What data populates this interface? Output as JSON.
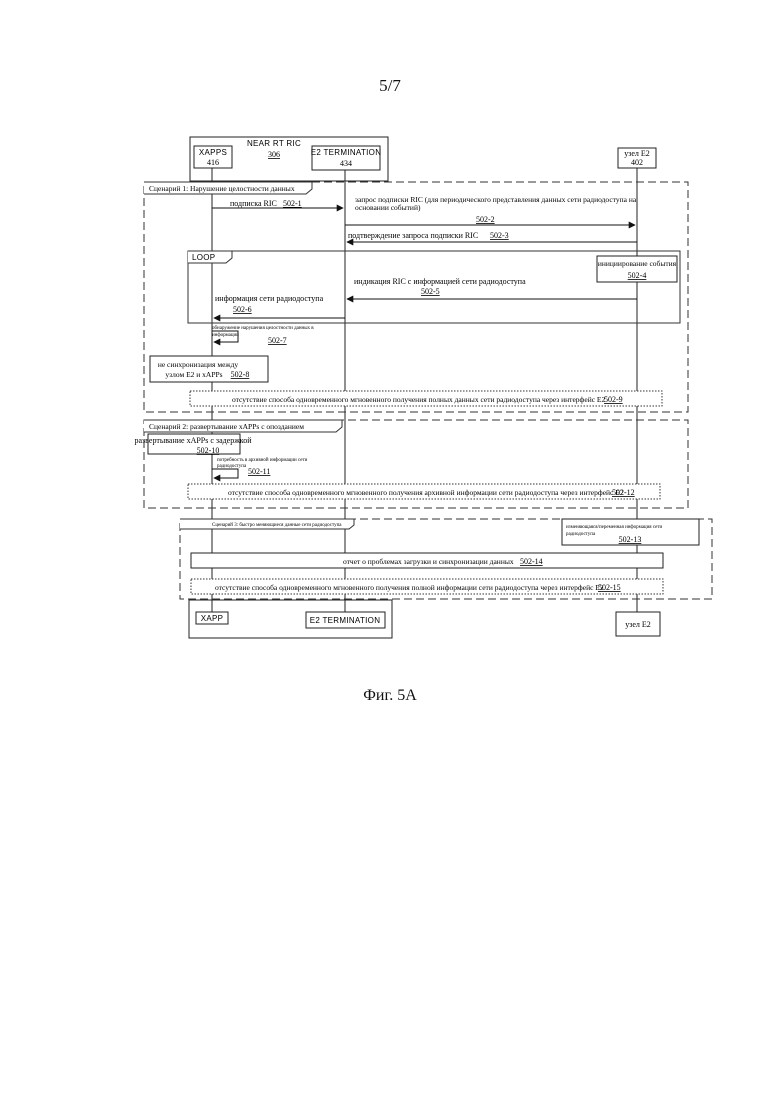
{
  "page_number": "5/7",
  "figure_caption": "Фиг. 5А",
  "top": {
    "near_rt_ric_title": "NEAR RT RIC",
    "near_rt_ric_ref": "306",
    "xapps_title": "XAPPS",
    "xapps_ref": "416",
    "e2t_title": "E2 TERMINATION",
    "e2t_ref": "434",
    "e2node_title": "узел E2",
    "e2node_ref": "402"
  },
  "scenario1": {
    "title": "Сценарий 1: Нарушение целостности данных",
    "m1_text": "подписка RIC",
    "m1_ref": "502-1",
    "m2_line1": "запрос подписки RIC (для периодического представления данных сети радиодоступа на",
    "m2_line2": "основании событий)",
    "m2_ref": "502-2",
    "m3_text": "подтверждение запроса подписки RIC",
    "m3_ref": "502-3",
    "loop_label": "LOOP",
    "m4_text": "инициирование события",
    "m4_ref": "502-4",
    "m5_text": "индикация RIC с информацией сети радиодоступа",
    "m5_ref": "502-5",
    "m6_text": "информация сети радиодоступа",
    "m6_ref": "502-6",
    "m7_line1": "обнаружение нарушения целостности данных в",
    "m7_line2": "информации",
    "m7_ref": "502-7",
    "m8_line1": "не синхронизация между",
    "m8_line2": "узлом E2  и xAPPs",
    "m8_ref": "502-8",
    "m9_text": "отсутствие способа одновременного мгновенного получения полных данных сети радиодоступа через интерфейс E2",
    "m9_ref": "502-9"
  },
  "scenario2": {
    "title": "Сценарий 2: развертывание xAPPs с опозданием",
    "m10_text": "развертывание xAPPs с задержкой",
    "m10_ref": "502-10",
    "m11_line1": "потребность в архивной информации сети",
    "m11_line2": "радиодоступа",
    "m11_ref": "502-11",
    "m12_text": "отсутствие способа одновременного мгновенного получения архивной информации сети радиодоступа через интерфейс E2",
    "m12_ref": "502-12"
  },
  "scenario3": {
    "title": "Сценарий 3: быстро меняющиеся данные сети радиодоступа",
    "m13_line1": "изменяющаяся/переменная информация сети",
    "m13_line2": "радиодоступа",
    "m13_ref": "502-13",
    "m14_text": "отчет о проблемах загрузки и синхронизации данных",
    "m14_ref": "502-14",
    "m15_text": "отсутствие способа одновременного мгновенного получения полной информации сети радиодоступа через интерфейс E2",
    "m15_ref": "502-15"
  },
  "bottom": {
    "xapp_title": "XAPP",
    "e2t_title": "E2 TERMINATION",
    "e2node_title": "узел E2"
  }
}
